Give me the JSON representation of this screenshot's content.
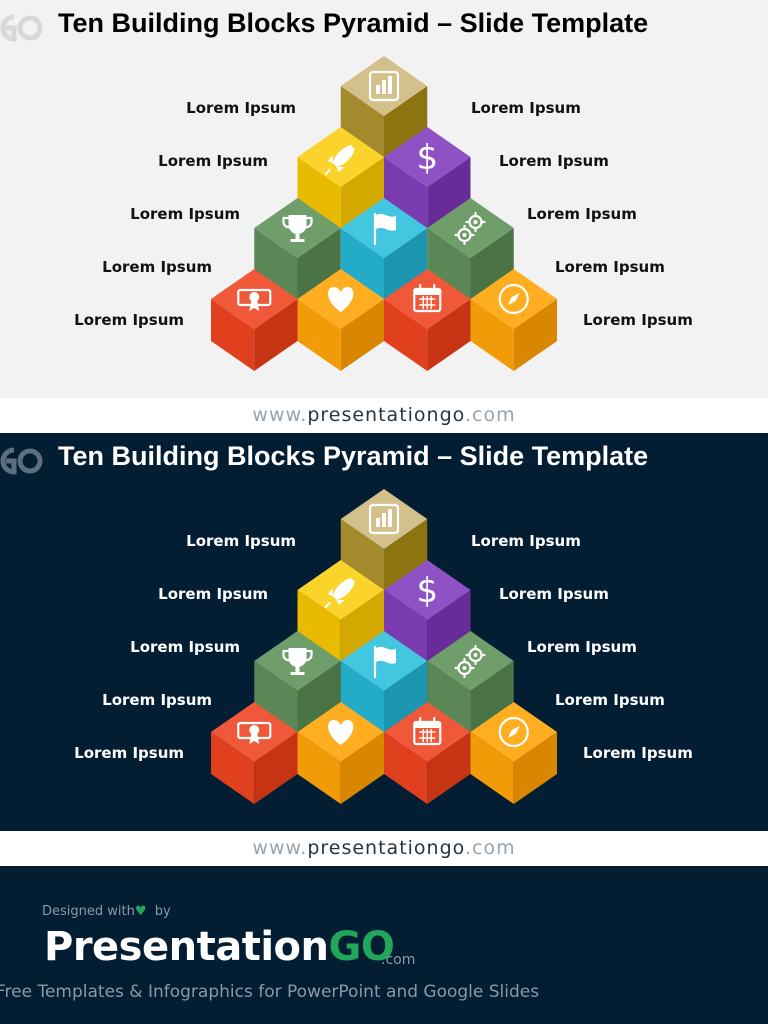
{
  "slides": [
    {
      "theme": "light",
      "title": "Ten Building Blocks Pyramid – Slide Template",
      "labels_left": [
        "Lorem Ipsum",
        "Lorem Ipsum",
        "Lorem Ipsum",
        "Lorem Ipsum",
        "Lorem Ipsum"
      ],
      "labels_right": [
        "Lorem Ipsum",
        "Lorem Ipsum",
        "Lorem Ipsum",
        "Lorem Ipsum",
        "Lorem Ipsum"
      ]
    },
    {
      "theme": "dark",
      "title": "Ten Building Blocks Pyramid – Slide Template",
      "labels_left": [
        "Lorem Ipsum",
        "Lorem Ipsum",
        "Lorem Ipsum",
        "Lorem Ipsum",
        "Lorem Ipsum"
      ],
      "labels_right": [
        "Lorem Ipsum",
        "Lorem Ipsum",
        "Lorem Ipsum",
        "Lorem Ipsum",
        "Lorem Ipsum"
      ]
    }
  ],
  "blocks": [
    {
      "row": 0,
      "col": 0,
      "icon": "bar-chart-icon",
      "top": "#D4C08A",
      "left": "#A38A2C",
      "right": "#8C7410"
    },
    {
      "row": 1,
      "col": 0,
      "icon": "rocket-icon",
      "top": "#FAD42A",
      "left": "#E8BB00",
      "right": "#D3A800"
    },
    {
      "row": 1,
      "col": 1,
      "icon": "dollar-icon",
      "top": "#8E52C4",
      "left": "#7A3AB0",
      "right": "#672C9A"
    },
    {
      "row": 2,
      "col": 0,
      "icon": "trophy-icon",
      "top": "#6F9E6A",
      "left": "#5A8755",
      "right": "#4A7445"
    },
    {
      "row": 2,
      "col": 1,
      "icon": "flag-icon",
      "top": "#43C6E0",
      "left": "#24ABC8",
      "right": "#1B95B0"
    },
    {
      "row": 2,
      "col": 2,
      "icon": "gears-icon",
      "top": "#6F9E6A",
      "left": "#5A8755",
      "right": "#4A7445"
    },
    {
      "row": 3,
      "col": 0,
      "icon": "certificate-icon",
      "top": "#F0583A",
      "left": "#E0401E",
      "right": "#C63414"
    },
    {
      "row": 3,
      "col": 1,
      "icon": "heart-icon",
      "top": "#FFAE22",
      "left": "#F29B09",
      "right": "#D98600"
    },
    {
      "row": 3,
      "col": 2,
      "icon": "calendar-icon",
      "top": "#F0583A",
      "left": "#E0401E",
      "right": "#C63414"
    },
    {
      "row": 3,
      "col": 3,
      "icon": "compass-icon",
      "top": "#FFAE22",
      "left": "#F29B09",
      "right": "#D98600"
    }
  ],
  "footer": {
    "url_prefix": "www.",
    "url_main": "presentationgo",
    "url_suffix": ".com"
  },
  "credits": {
    "designed_with": "Designed with",
    "by": "by",
    "brand_main": "Presentation",
    "brand_go": "GO",
    "brand_com": ".com",
    "tagline": "Free Templates & Infographics for PowerPoint and Google Slides"
  },
  "colors": {
    "dark_bg": "#031D33",
    "light_bg": "#F2F2F2",
    "brand_green": "#21A65A"
  }
}
